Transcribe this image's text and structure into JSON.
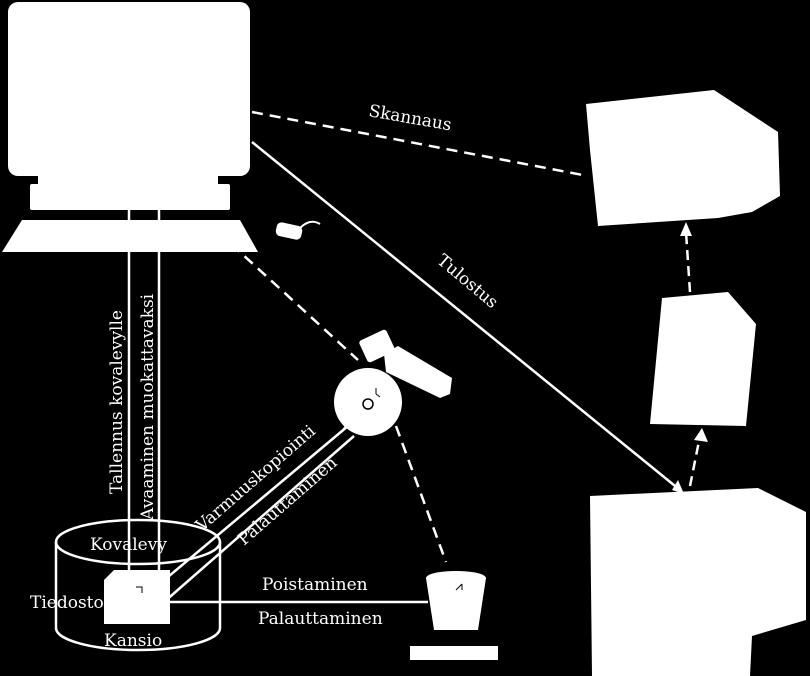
{
  "colors": {
    "background": "#000000",
    "foreground": "#ffffff"
  },
  "labels": {
    "skannaus": "Skannaus",
    "tulostus": "Tulostus",
    "tallennus": "Tallennus kovalevylle",
    "avaaminen": "Avaaminen muokattavaksi",
    "varmuuskopiointi": "Varmuuskopiointi",
    "palauttaminen_backup": "Palauttaminen",
    "kovalevy": "Kovalevy",
    "tiedosto": "Tiedosto",
    "kansio": "Kansio",
    "poistaminen": "Poistaminen",
    "palauttaminen_trash": "Palauttaminen"
  },
  "icons": {
    "computer": "computer-monitor-icon",
    "keyboard": "keyboard-icon",
    "mouse": "mouse-icon",
    "scanner": "scanner-icon",
    "paper": "paper-sheet-icon",
    "printer": "printer-icon",
    "cd_drive": "cd-drive-icon",
    "hard_disk": "hard-disk-icon",
    "file": "file-icon",
    "recycle_bin": "recycle-bin-icon"
  }
}
